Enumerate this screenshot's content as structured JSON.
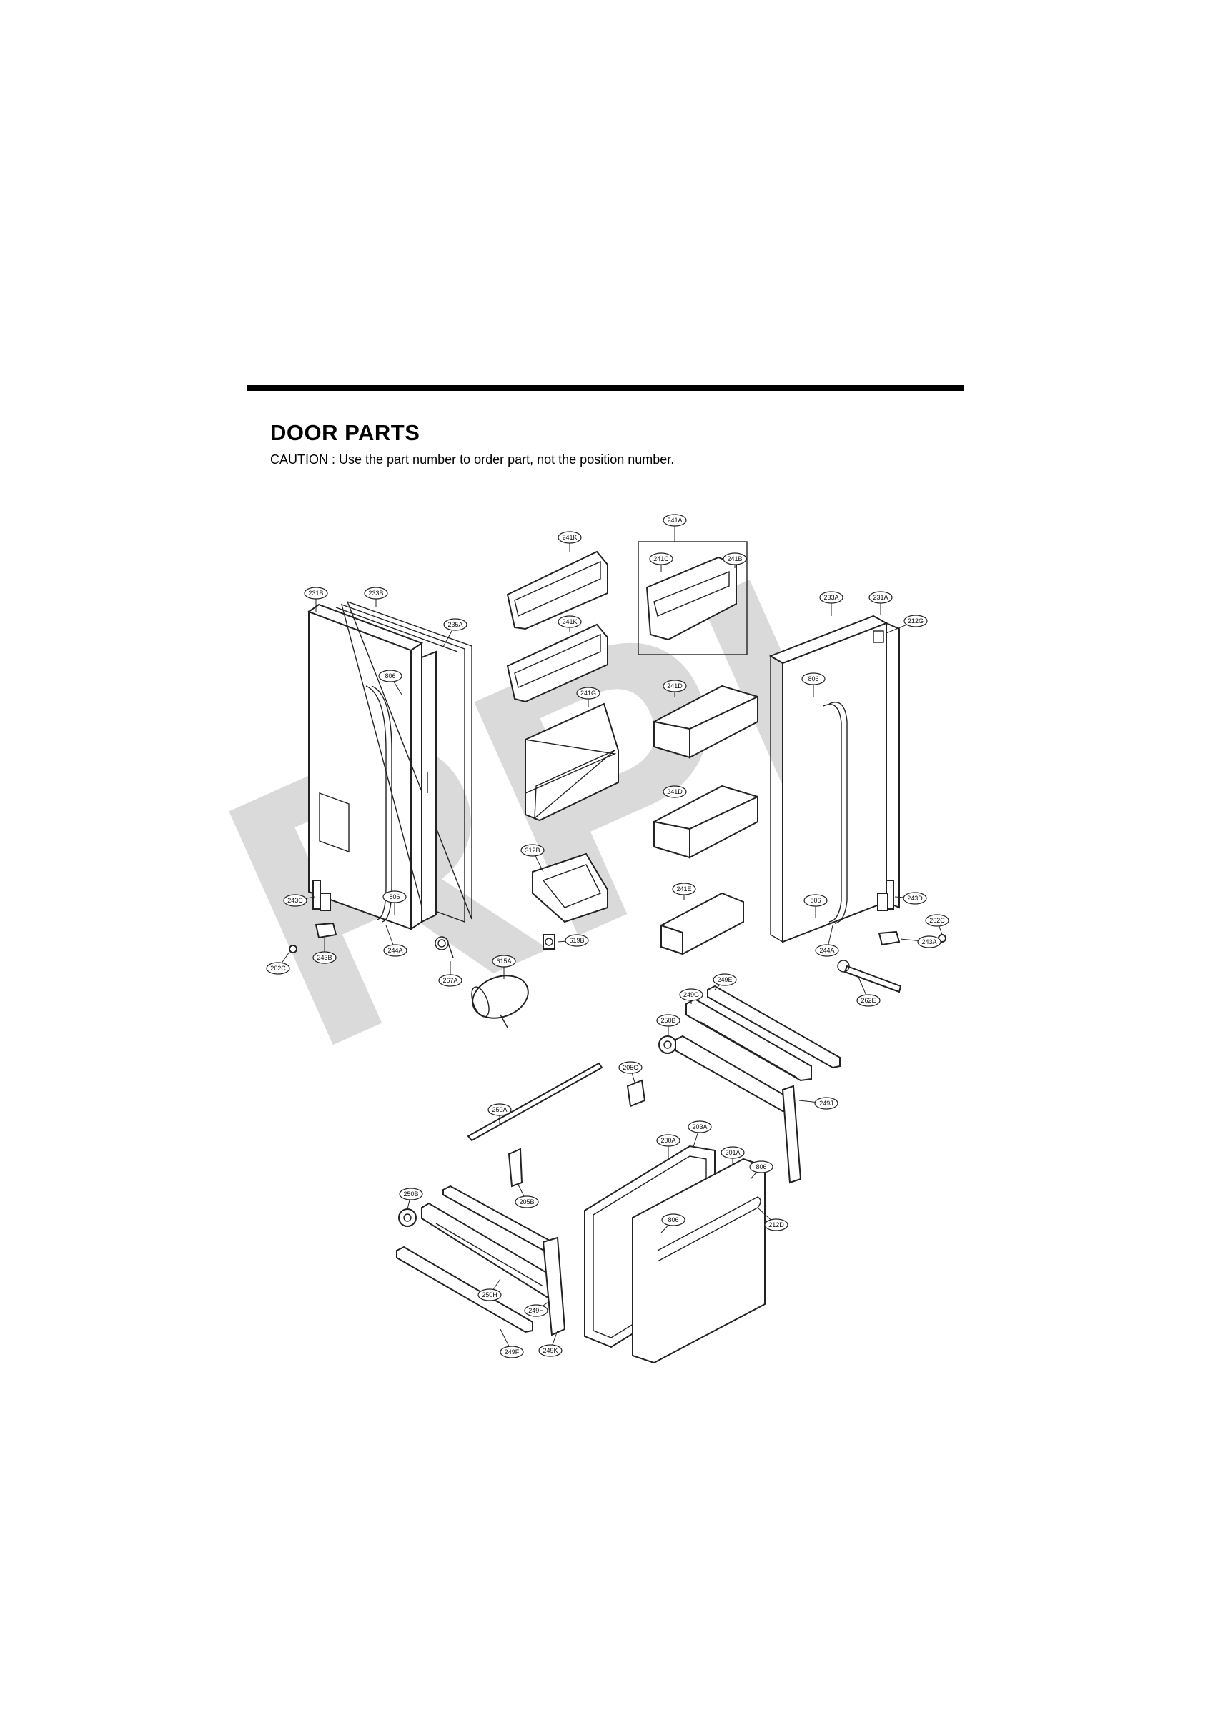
{
  "header": {
    "title": "DOOR PARTS",
    "caution": "CAUTION : Use the part number to order part, not the position number."
  },
  "watermark": "RPI",
  "callouts": {
    "c241A": "241A",
    "c241K_1": "241K",
    "c241C": "241C",
    "c241B": "241B",
    "c231B": "231B",
    "c233B": "233B",
    "c235A": "235A",
    "c241K_2": "241K",
    "c233A": "233A",
    "c231A": "231A",
    "c212G": "212G",
    "c806_1": "806",
    "c241D_1": "241D",
    "c806_2": "806",
    "c241G": "241G",
    "c241D_2": "241D",
    "c312B": "312B",
    "c241E": "241E",
    "c243C": "243C",
    "c806_3": "806",
    "c806_4": "806",
    "c243D": "243D",
    "c262C_1": "262C",
    "c243A": "243A",
    "c619B": "619B",
    "c244A_1": "244A",
    "c244A_2": "244A",
    "c243B": "243B",
    "c262C_2": "262C",
    "c615A": "615A",
    "c267A": "267A",
    "c249E": "249E",
    "c262E": "262E",
    "c249G": "249G",
    "c250B_1": "250B",
    "c205C": "205C",
    "c249J": "249J",
    "c250A": "250A",
    "c203A": "203A",
    "c200A": "200A",
    "c201A": "201A",
    "c806_5": "806",
    "c205B": "205B",
    "c250B_2": "250B",
    "c806_6": "806",
    "c212D": "212D",
    "c250H": "250H",
    "c249H": "249H",
    "c249K": "249K",
    "c249F": "249F"
  }
}
